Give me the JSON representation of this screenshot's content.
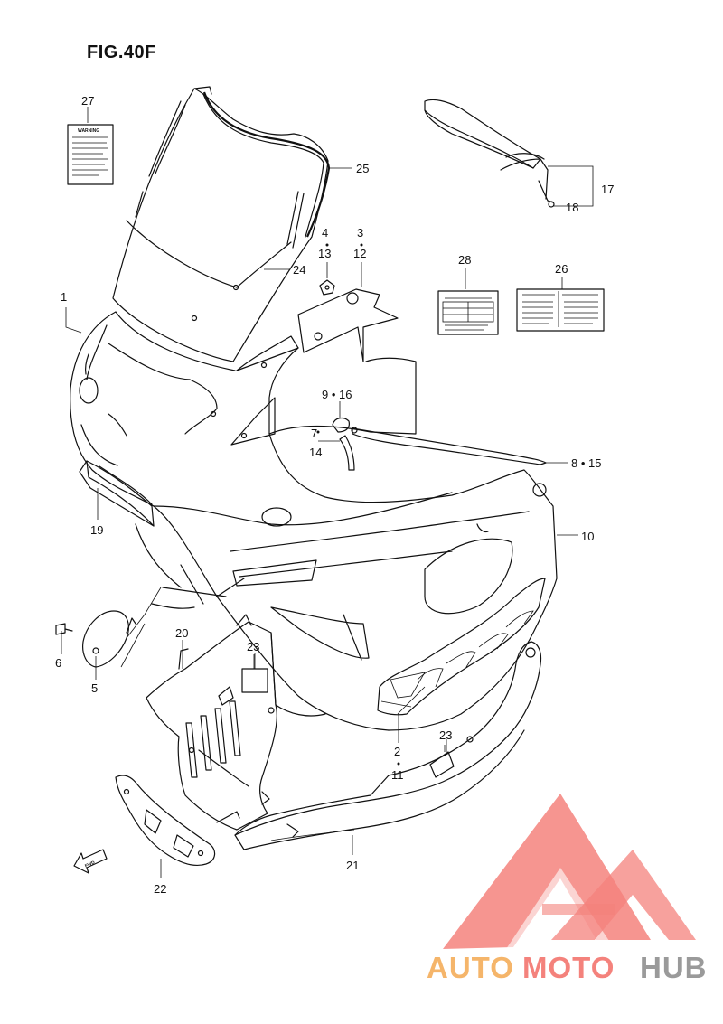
{
  "figure": {
    "title": "FIG.40F"
  },
  "callouts": {
    "c1": "1",
    "c2": "2",
    "c2b": "11",
    "c3": "3",
    "c3b": "12",
    "c4": "4",
    "c4b": "13",
    "c5": "5",
    "c6": "6",
    "c7": "7",
    "c7b": "14",
    "c8": "8 • 15",
    "c9": "9 • 16",
    "c10": "10",
    "c17": "17",
    "c18": "18",
    "c19": "19",
    "c20": "20",
    "c21": "21",
    "c22": "22",
    "c23a": "23",
    "c23b": "23",
    "c24": "24",
    "c25": "25",
    "c26": "26",
    "c27": "27",
    "c28": "28"
  },
  "labels": {
    "warning": "WARNING",
    "fwd": "FWD"
  },
  "watermark": {
    "part1": "AUTO",
    "part2": "MOTO",
    "part3": "HUB",
    "color1": "#f5b56a",
    "color2": "#f4827c",
    "color3": "#9a9a9a"
  }
}
